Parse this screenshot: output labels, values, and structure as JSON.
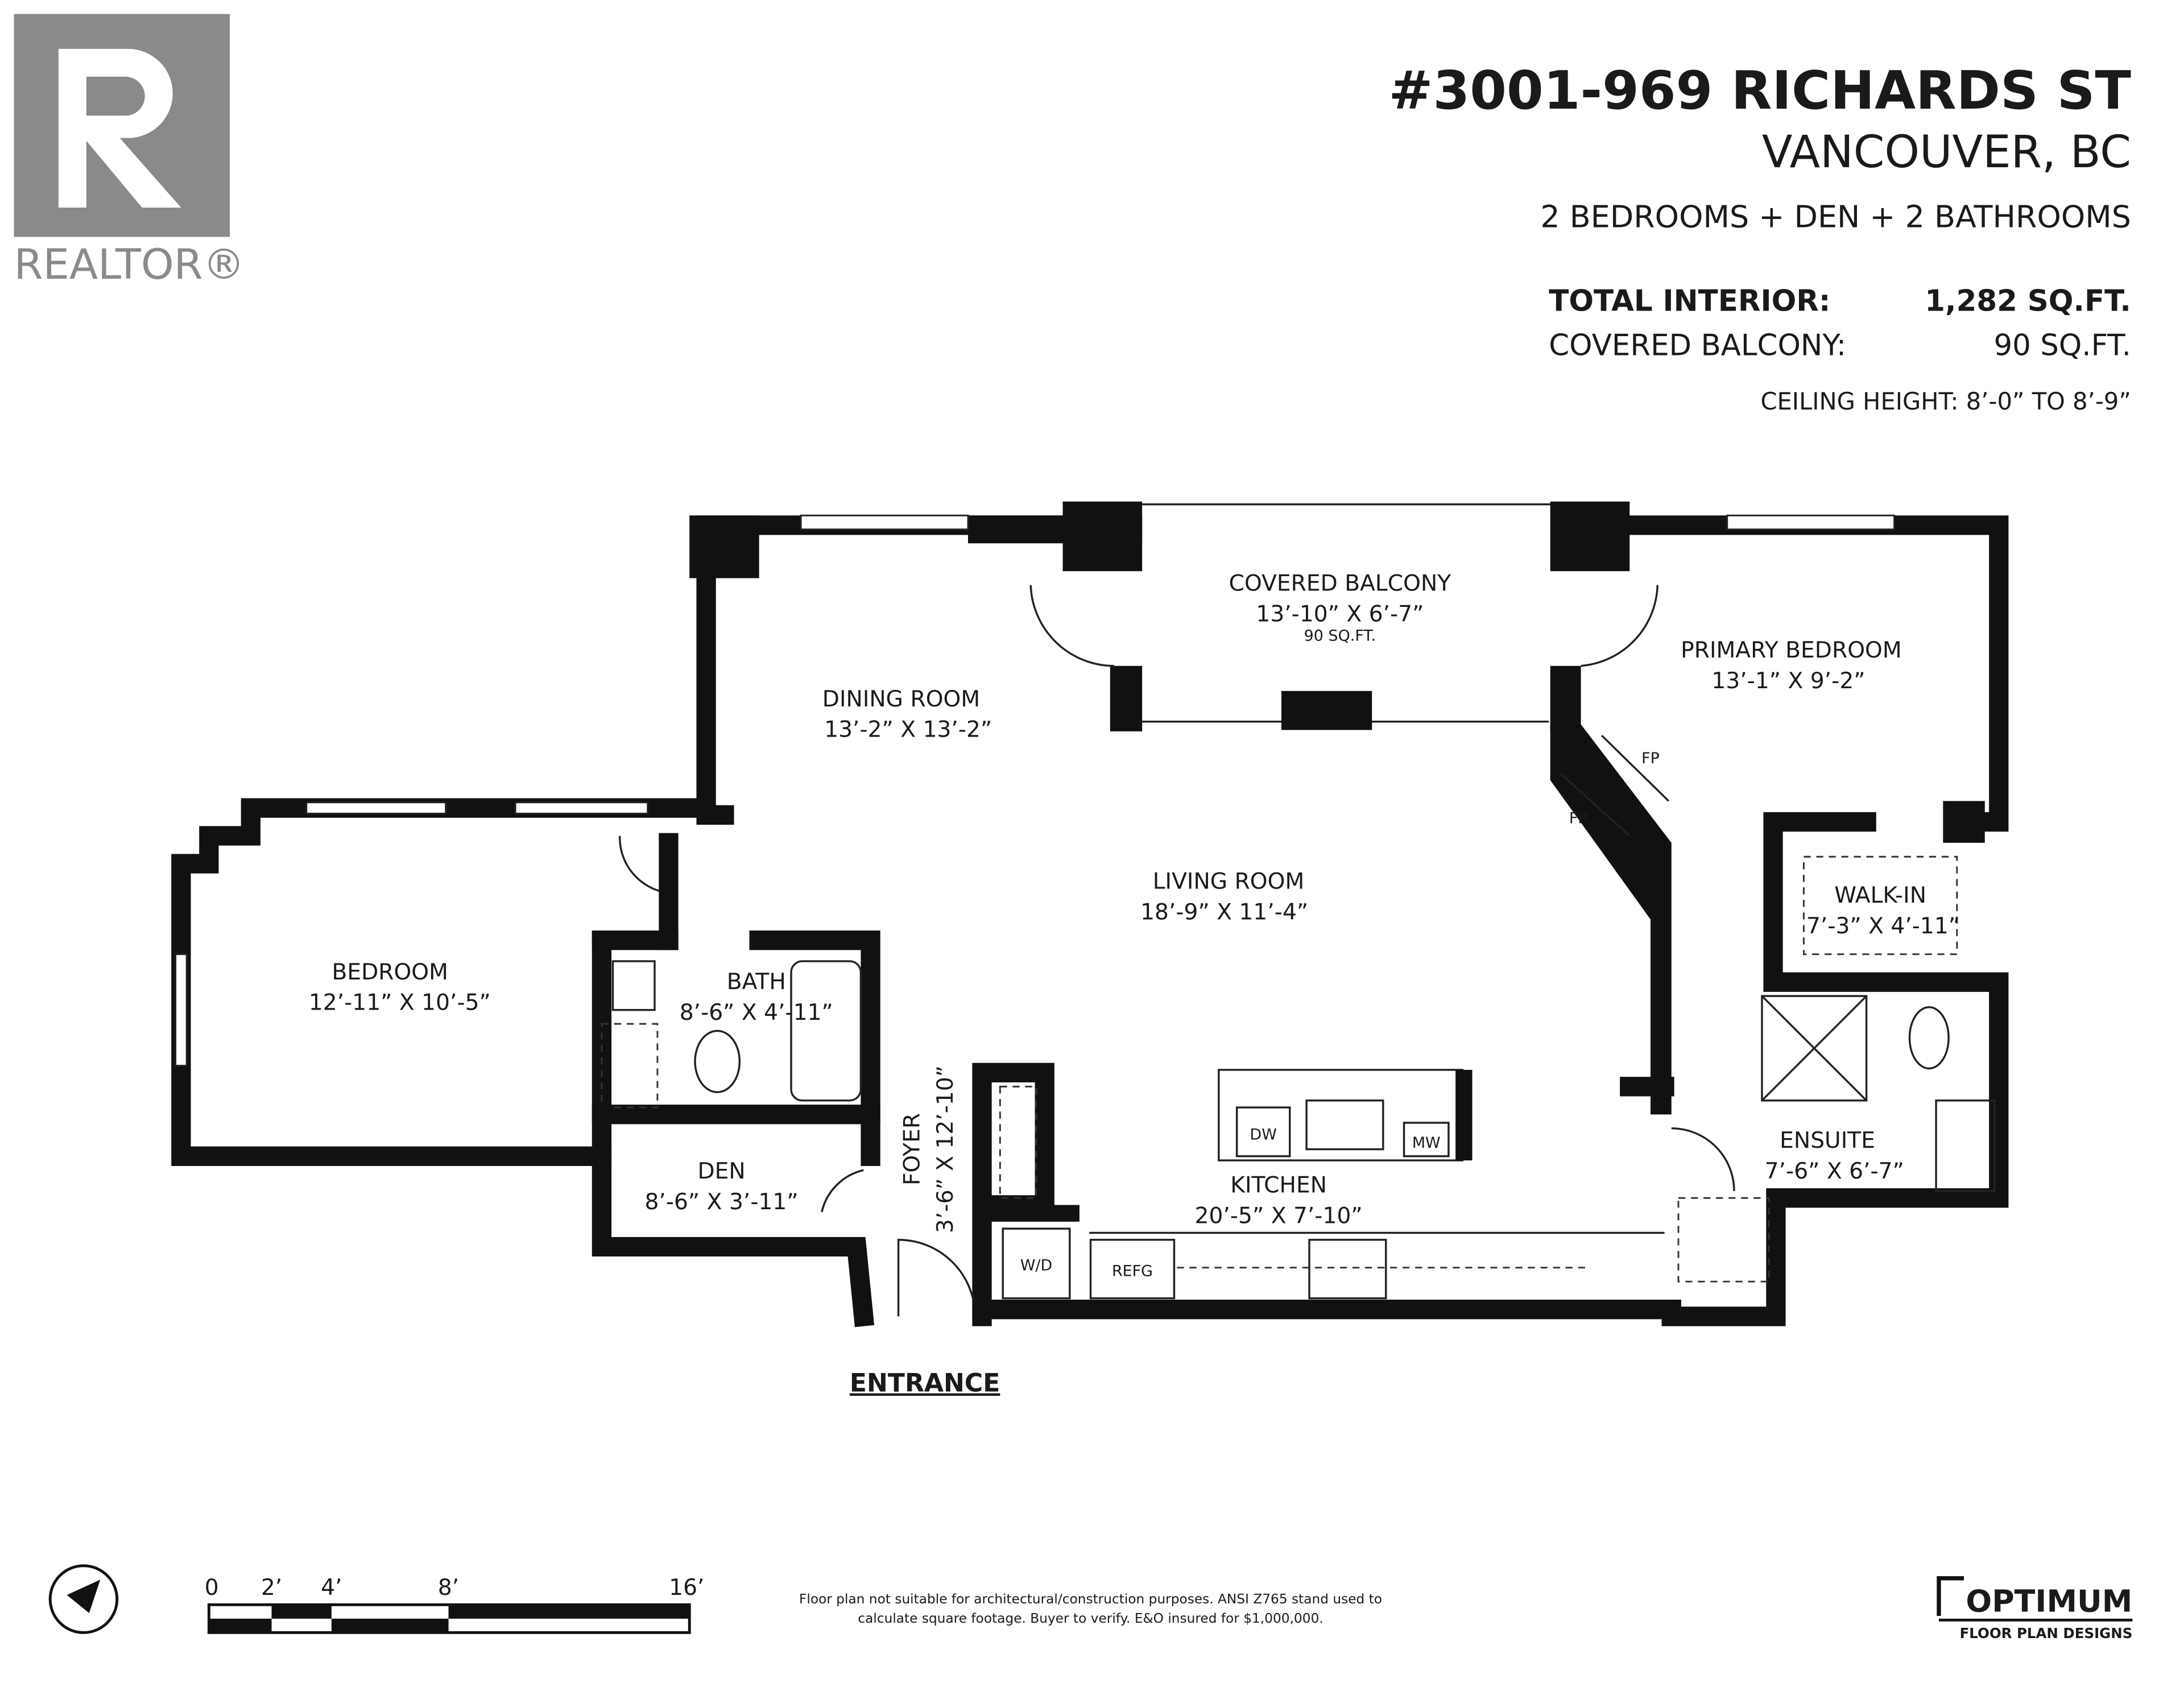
{
  "logo_left": {
    "text": "REALTOR®",
    "color": "#8a8a8a"
  },
  "header": {
    "address": "#3001-969 RICHARDS ST",
    "city": "VANCOUVER, BC",
    "summary": "2 BEDROOMS + DEN + 2 BATHROOMS",
    "total_interior_label": "TOTAL INTERIOR:",
    "total_interior_value": "1,282 SQ.FT.",
    "balcony_label": "COVERED BALCONY:",
    "balcony_value": "90 SQ.FT.",
    "ceiling": "CEILING HEIGHT: 8’-0” TO 8’-9”"
  },
  "rooms": {
    "balcony": {
      "name": "COVERED BALCONY",
      "dims": "13’-10” X 6’-7”",
      "area": "90 SQ.FT."
    },
    "dining": {
      "name": "DINING ROOM",
      "dims": "13’-2” X 13’-2”"
    },
    "primary": {
      "name": "PRIMARY BEDROOM",
      "dims": "13’-1” X 9’-2”"
    },
    "living": {
      "name": "LIVING ROOM",
      "dims": "18’-9” X 11’-4”"
    },
    "walkin": {
      "name": "WALK-IN",
      "dims": "7’-3” X 4’-11”"
    },
    "bedroom": {
      "name": "BEDROOM",
      "dims": "12’-11” X 10’-5”"
    },
    "bath": {
      "name": "BATH",
      "dims": "8’-6” X 4’-11”"
    },
    "den": {
      "name": "DEN",
      "dims": "8’-6” X 3’-11”"
    },
    "foyer": {
      "name": "FOYER",
      "dims": "3’-6” X 12’-10”"
    },
    "kitchen": {
      "name": "KITCHEN",
      "dims": "20’-5” X 7’-10”"
    },
    "ensuite": {
      "name": "ENSUITE",
      "dims": "7’-6” X 6’-7”"
    }
  },
  "fixtures": {
    "dw": "DW",
    "mw": "MW",
    "wd": "W/D",
    "refg": "REFG",
    "fp1": "FP",
    "fp2": "FP"
  },
  "entrance": "ENTRANCE",
  "scale": {
    "labels": [
      "0",
      "2’",
      "4’",
      "8’",
      "16’"
    ]
  },
  "disclaimer": {
    "line1": "Floor plan not suitable for architectural/construction purposes. ANSI Z765 stand used to",
    "line2": "calculate square footage. Buyer to verify. E&O insured for $1,000,000."
  },
  "logo_right": {
    "name": "OPTIMUM",
    "tagline": "FLOOR PLAN DESIGNS"
  }
}
